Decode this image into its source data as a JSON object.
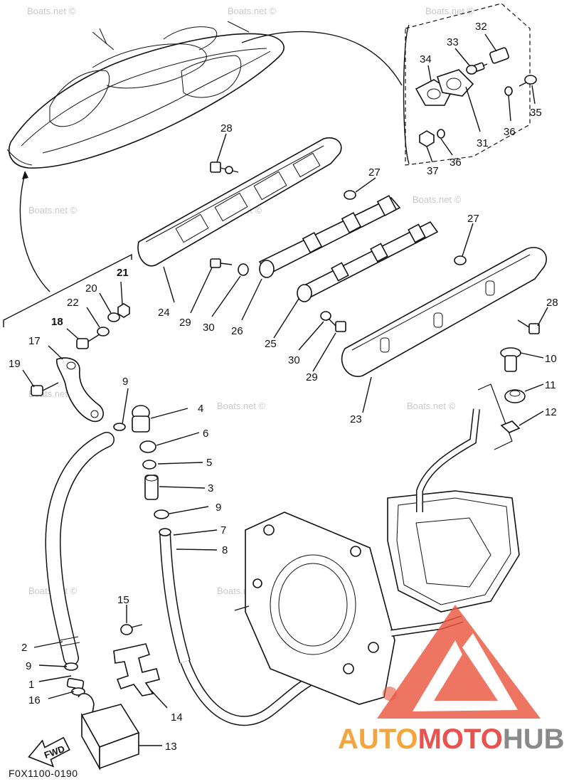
{
  "diagram_code": "F0X1100-0190",
  "direction_label": "FWD",
  "watermark": "Boats.net ©",
  "logo": {
    "text": "AUTOMOTOHUB",
    "orange_part": "AUTO",
    "red_part": "MOTO",
    "gray_part": "HUB",
    "colors": {
      "orange": "#f3a640",
      "red": "#e8534f",
      "gray": "#8a8a8a",
      "triangle": "#e9573e"
    }
  },
  "callouts": [
    "1",
    "2",
    "3",
    "4",
    "5",
    "6",
    "7",
    "8",
    "9",
    "10",
    "11",
    "12",
    "13",
    "14",
    "15",
    "16",
    "17",
    "18",
    "19",
    "20",
    "21",
    "22",
    "23",
    "24",
    "25",
    "26",
    "27",
    "28",
    "29",
    "30",
    "31",
    "32",
    "33",
    "34",
    "35",
    "36",
    "37"
  ]
}
